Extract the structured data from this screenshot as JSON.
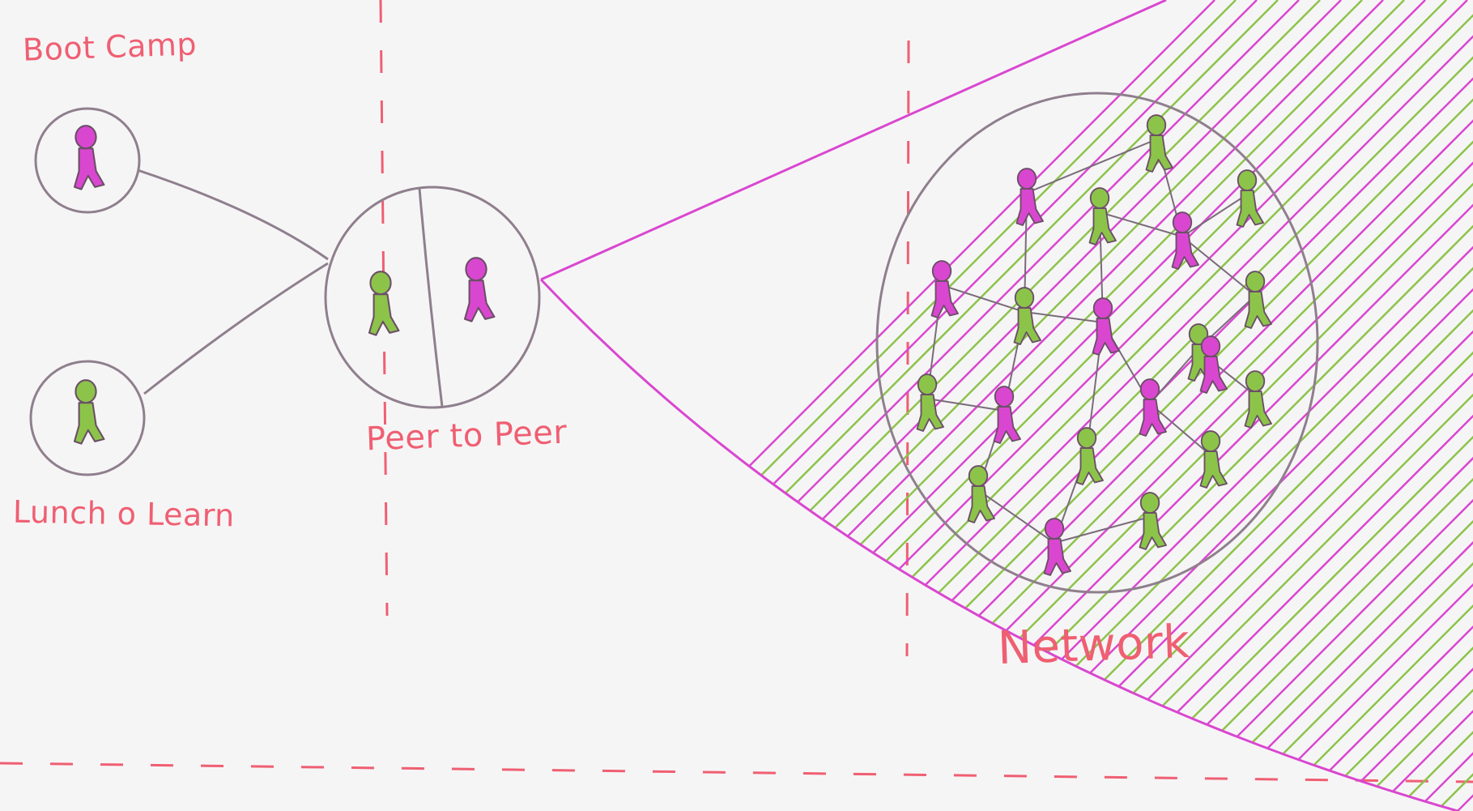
{
  "labels": {
    "boot_camp": "Boot Camp",
    "lunch_learn": "Lunch o Learn",
    "peer_to_peer": "Peer to Peer",
    "network": "Network"
  },
  "colors": {
    "background": "#f6f5f6",
    "label": "#ef5f72",
    "magenta": "#d947d0",
    "green": "#8cc44a",
    "outline": "#8f7f8d",
    "dashed": "#ef5f72"
  },
  "nodes": {
    "boot_camp": {
      "person_color": "magenta"
    },
    "lunch_learn": {
      "person_color": "green"
    },
    "peer_to_peer": {
      "people": [
        "green",
        "magenta"
      ]
    },
    "network": {
      "people": [
        "green",
        "magenta",
        "green",
        "magenta",
        "green",
        "magenta",
        "green",
        "magenta",
        "green",
        "green",
        "green",
        "magenta",
        "magenta",
        "green",
        "magenta",
        "green",
        "green",
        "green",
        "magenta",
        "green"
      ]
    }
  }
}
